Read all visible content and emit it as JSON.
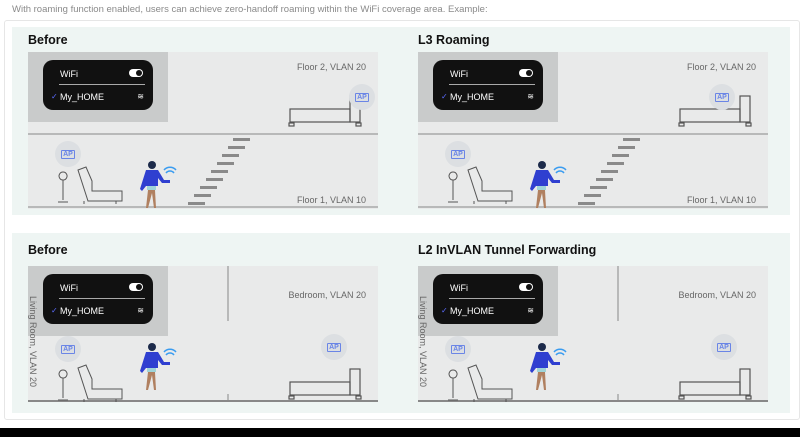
{
  "intro": "With roaming function enabled, users can achieve zero-handoff roaming within the WiFi coverage area. Example:",
  "phone": {
    "wifi_label": "WiFi",
    "network": "My_HOME",
    "check": "✓",
    "wifi_icon": "wifi-icon"
  },
  "ap_label": "AP",
  "scenario1": {
    "before_title": "Before",
    "after_title": "L3 Roaming",
    "upper_label": "Floor 2, VLAN 20",
    "lower_label": "Floor 1, VLAN 10"
  },
  "scenario2": {
    "before_title": "Before",
    "after_title": "L2 InVLAN Tunnel Forwarding",
    "bedroom_label": "Bedroom, VLAN 20",
    "living_label": "Living Room, VLAN 20"
  }
}
